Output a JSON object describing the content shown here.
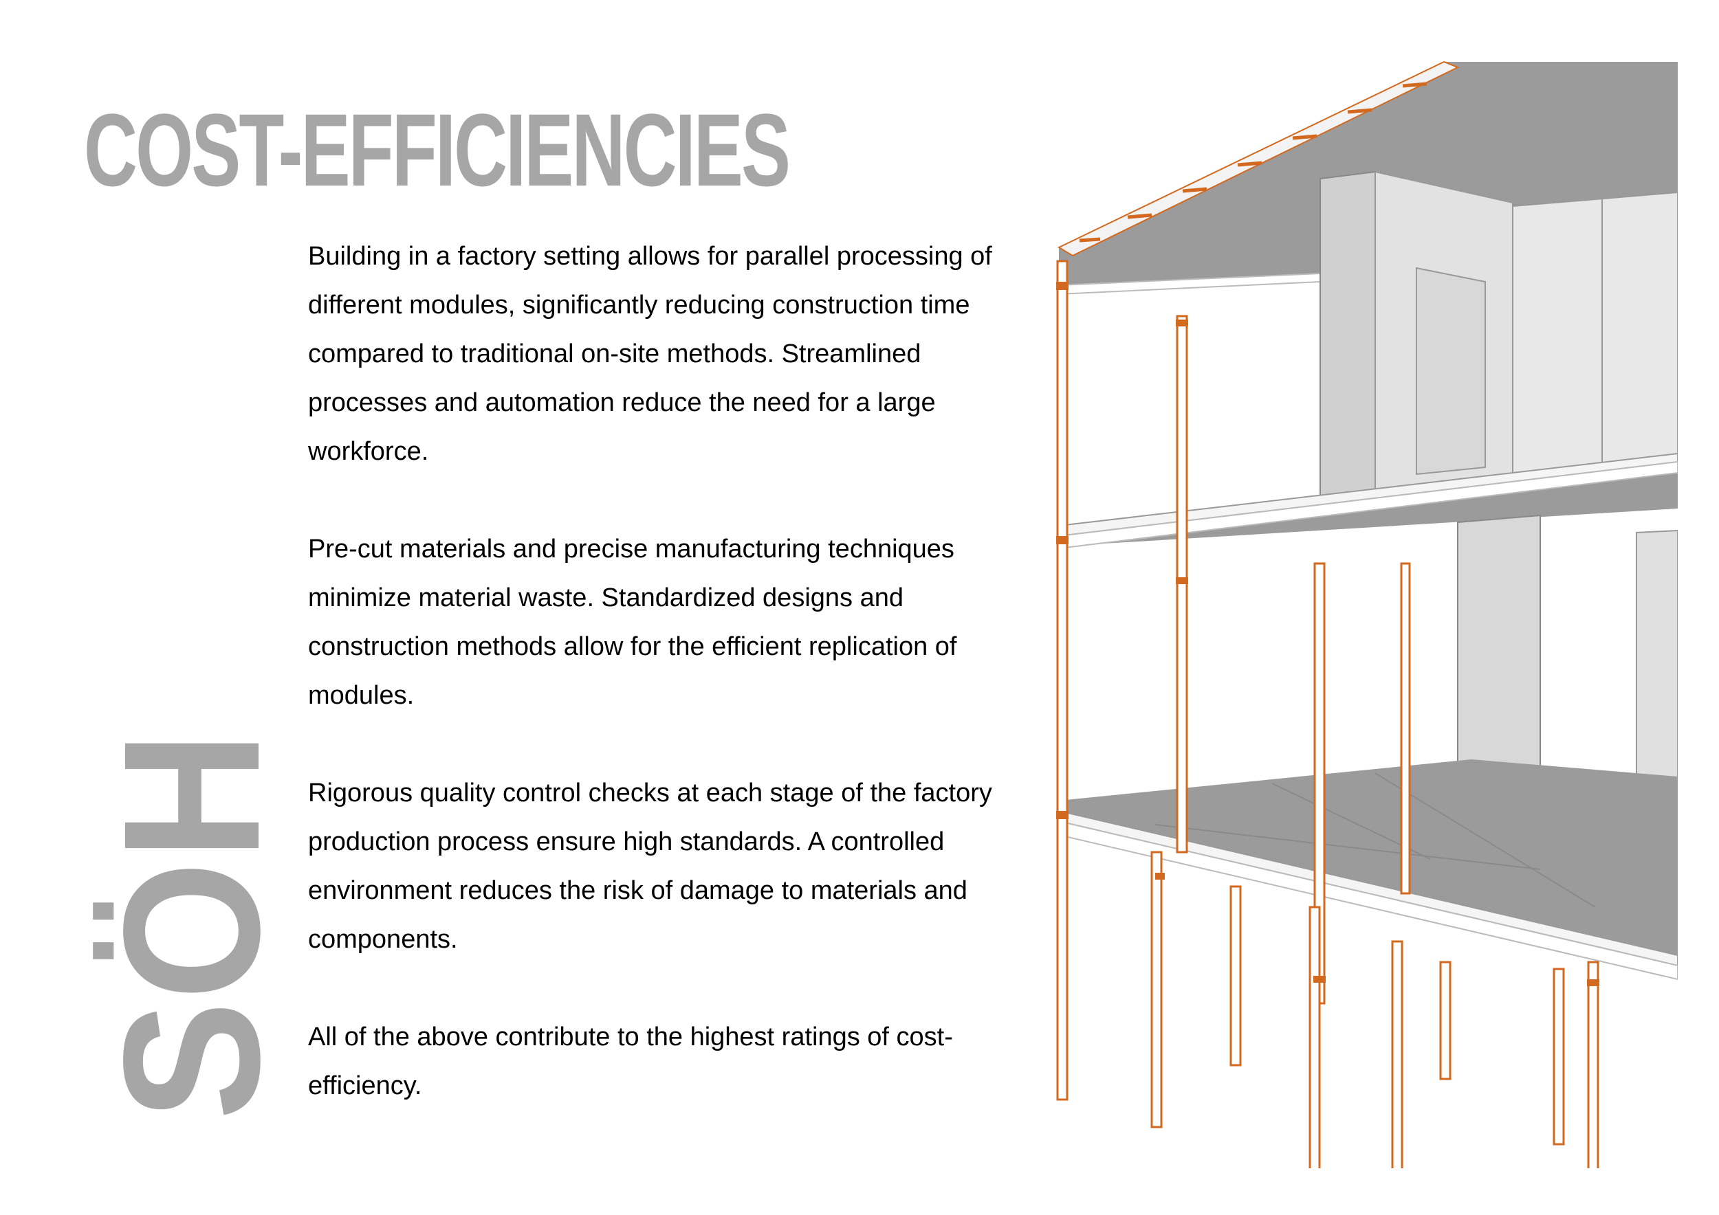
{
  "page": {
    "title": "COST-EFFICIENCIES",
    "side_logo": "SÖH",
    "paragraphs": [
      "Building in a factory setting allows for parallel processing of different modules, significantly reducing construction time compared to traditional on-site methods. Streamlined processes and automation reduce the need for a large workforce.",
      "Pre-cut materials and precise manufacturing techniques minimize material waste. Standardized designs and construction methods allow for the efficient replication of modules.",
      "Rigorous quality control checks at each stage of the factory production process ensure high standards. A controlled environment reduces the risk of damage to materials and components.",
      "All of the above contribute to the highest ratings of cost-efficiency."
    ]
  },
  "colors": {
    "title_gray": "#a6a6a6",
    "timber_orange": "#d2691e",
    "panel_gray": "#9b9b9b",
    "wall_light": "#dcdcdc",
    "text": "#000000"
  },
  "illustration": {
    "subject": "modular-building-structure-axonometric"
  }
}
